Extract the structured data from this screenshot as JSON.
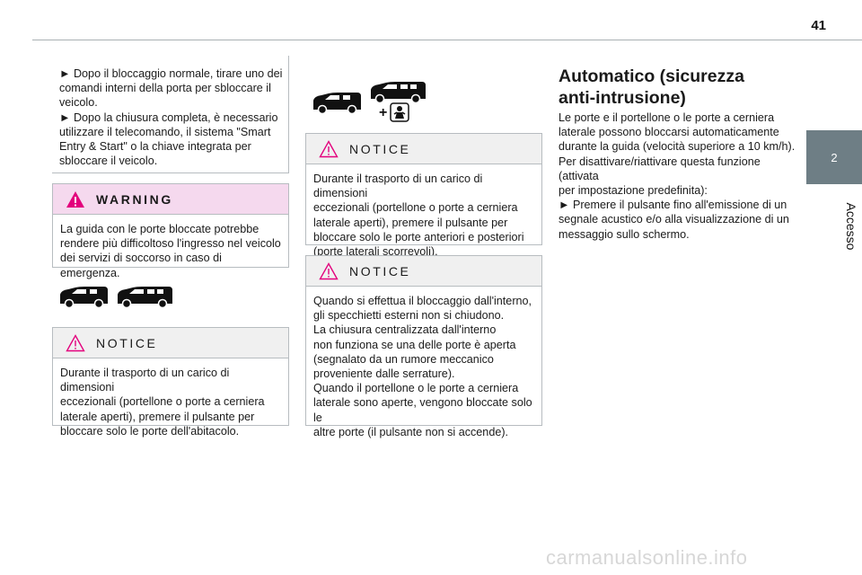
{
  "page": {
    "number": "41"
  },
  "side_tab": {
    "chapter": "2",
    "label": "Accesso"
  },
  "col1": {
    "intro_lines": [
      "► Dopo il bloccaggio normale, tirare uno dei",
      "comandi interni della porta per sbloccare il",
      "veicolo.",
      "► Dopo la chiusura completa, è necessario",
      "utilizzare il telecomando, il sistema \"Smart",
      "Entry & Start\" o la chiave integrata per",
      "sbloccare il veicolo."
    ],
    "warning": {
      "title": "WARNING",
      "lines": [
        "La guida con le porte bloccate potrebbe",
        "rendere più difficoltoso l'ingresso nel veicolo",
        "dei servizi di soccorso in caso di emergenza."
      ]
    },
    "notice": {
      "title": "NOTICE",
      "lines": [
        "Durante il trasporto di un carico di dimensioni",
        "eccezionali (portellone o porte a cerniera",
        "laterale aperti), premere il pulsante per",
        "bloccare solo le porte dell'abitacolo."
      ]
    }
  },
  "col2": {
    "notice1": {
      "title": "NOTICE",
      "lines": [
        "Durante il trasporto di un carico di dimensioni",
        "eccezionali (portellone o porte a cerniera",
        "laterale aperti), premere il pulsante per",
        "bloccare solo le porte anteriori e posteriori",
        "(porte laterali scorrevoli)."
      ]
    },
    "notice2": {
      "title": "NOTICE",
      "lines": [
        "Quando si effettua il bloccaggio dall'interno,",
        "gli specchietti esterni non si chiudono.",
        "La chiusura centralizzata dall'interno",
        "non funziona se una delle porte è aperta",
        "(segnalato da un rumore meccanico",
        "proveniente dalle serrature).",
        "Quando il portellone o le porte a cerniera",
        "laterale sono aperte, vengono bloccate solo le",
        "altre porte (il pulsante non si accende)."
      ]
    },
    "plus_sign": "+"
  },
  "col3": {
    "heading_lines": [
      "Automatico (sicurezza",
      "anti-intrusione)"
    ],
    "para_lines": [
      "Le porte e il portellone o le porte a cerniera",
      "laterale possono bloccarsi automaticamente",
      "durante la guida (velocità superiore a 10 km/h).",
      "Per disattivare/riattivare questa funzione (attivata",
      "per impostazione predefinita):",
      "► Premere il pulsante fino all'emissione di un",
      "segnale acustico e/o alla visualizzazione di un",
      "messaggio sullo schermo."
    ]
  },
  "watermark": "carmanualsonline.info",
  "colors": {
    "warning_header": "#f5d9ee",
    "notice_header": "#f0f0f0",
    "tab": "#6e7e85",
    "icon_pink": "#e3007d"
  }
}
